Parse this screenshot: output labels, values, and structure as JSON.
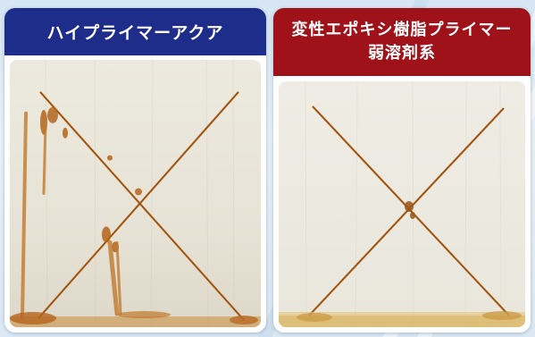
{
  "left_sample": {
    "title": "ハイプライマーアクア",
    "header_color": "#1f2d8a"
  },
  "right_sample": {
    "title_line1": "変性エポキシ樹脂プライマー",
    "title_line2": "弱溶剤系",
    "header_color": "#a0121a"
  },
  "colors": {
    "rust": "#b5651d",
    "rust_dark": "#8a4a12",
    "panel_bg": "#ebe8dd"
  }
}
